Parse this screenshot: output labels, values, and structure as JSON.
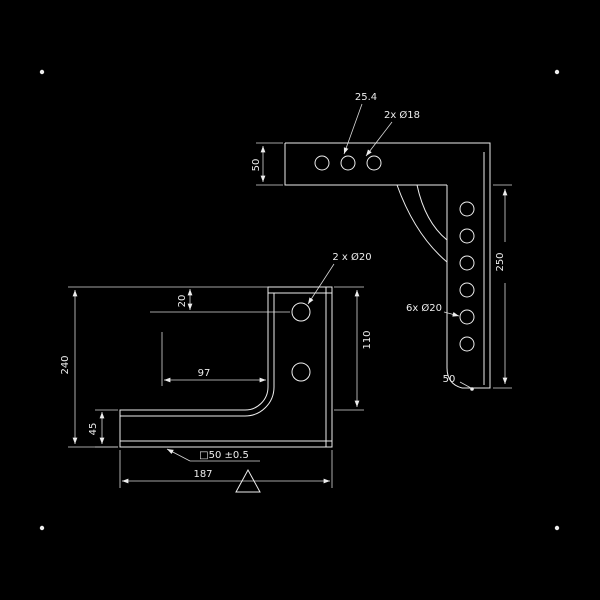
{
  "colors": {
    "background": "#000000",
    "line": "#ededed"
  },
  "front_view": {
    "label_hole_spacing": "25.4",
    "label_top_holes": "2x Ø18",
    "dim_bar_height": "50",
    "label_side_holes": "6x Ø20",
    "dim_hole_span": "250",
    "dim_bottom_offset": "50"
  },
  "side_view": {
    "label_plate_holes": "2 x Ø20",
    "dim_plate_height": "110",
    "dim_hole_top_offset": "20",
    "dim_hole_to_edge": "97",
    "dim_overall_height": "240",
    "dim_tube_height": "45",
    "label_tube_size": "□50 ±0.5",
    "dim_overall_length": "187"
  }
}
